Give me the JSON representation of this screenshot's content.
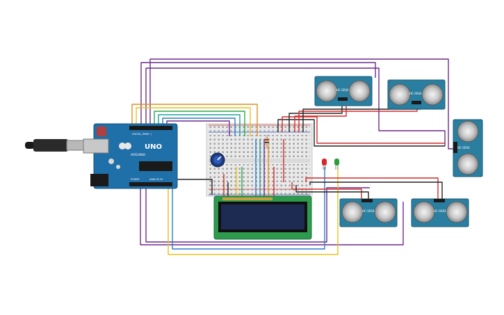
{
  "arduino": {
    "board_label": "UNO",
    "brand_label": "ARDUINO",
    "digital_label": "DIGITAL (PWM~)",
    "analog_label": "ANALOG IN",
    "power_label": "POWER"
  },
  "sensors": [
    {
      "id": "top-left",
      "chip_label": "HC-SR04"
    },
    {
      "id": "top-right",
      "chip_label": "HC-SR04"
    },
    {
      "id": "right",
      "chip_label": "HC-SR04"
    },
    {
      "id": "bottom-left",
      "chip_label": "HC-SR04"
    },
    {
      "id": "bottom-right",
      "chip_label": "HC-SR04"
    }
  ],
  "leds": [
    {
      "name": "red-led",
      "color": "#d42a2a"
    },
    {
      "name": "green-led",
      "color": "#2a9d3a"
    }
  ],
  "colors": {
    "board": "#1f6fa8",
    "lcd_pcb": "#2e9a4e",
    "lcd_screen": "#1d2a52",
    "sensor_pcb": "#2a7fa0",
    "wire_purple": "#6d2a8a",
    "wire_red": "#d22a2a",
    "wire_black": "#222222",
    "wire_yellow": "#e8c21a",
    "wire_blue": "#2e7ac8",
    "wire_green": "#2aa84a",
    "wire_orange": "#e09020",
    "wire_teal": "#20a0a0"
  }
}
